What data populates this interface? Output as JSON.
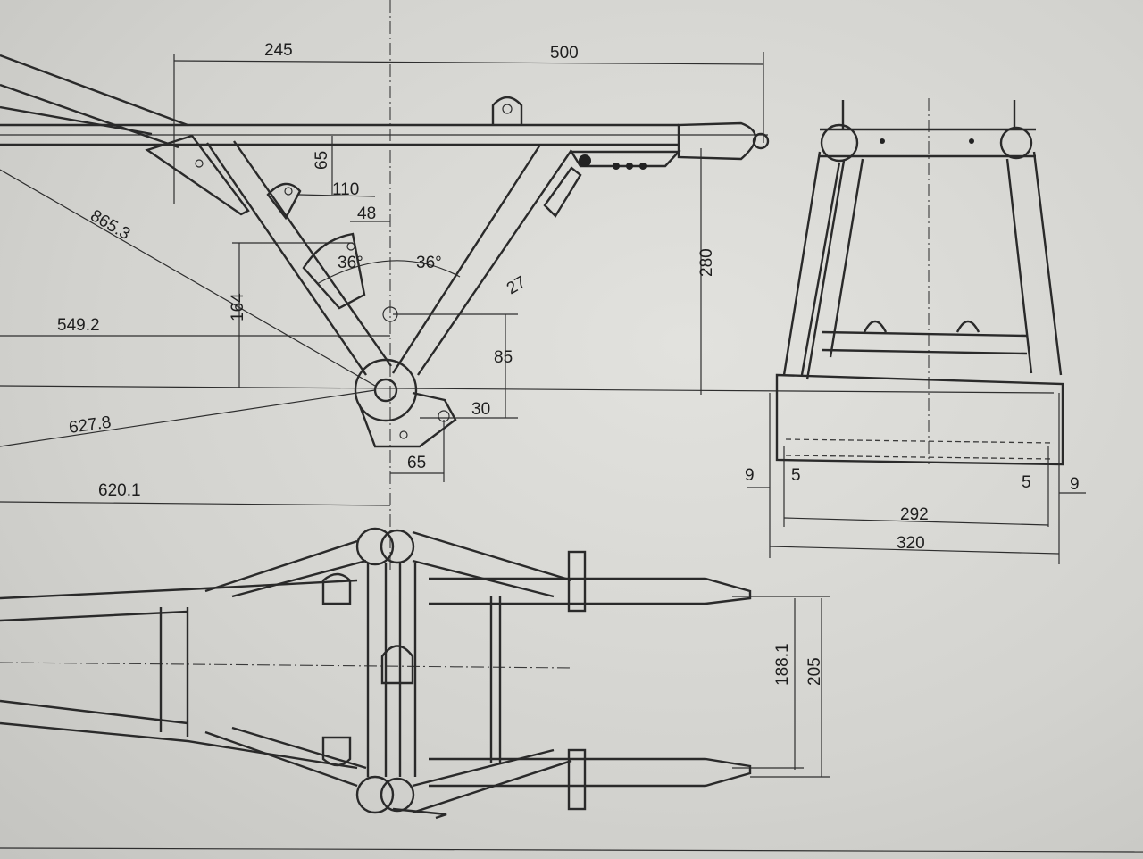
{
  "dimensions": {
    "side_top_left": "245",
    "side_top_right": "500",
    "bracket_height": "65",
    "bracket_offset": "110",
    "pivot_offset": "48",
    "diag_long": "865.3",
    "angle_left": "36°",
    "angle_right": "36°",
    "gusset_width": "27",
    "height_164": "164",
    "height_280": "280",
    "len_549": "549.2",
    "height_85": "85",
    "len_627": "627.8",
    "height_30": "30",
    "width_65": "65",
    "len_620": "620.1",
    "rear_left_9": "9",
    "rear_left_5": "5",
    "rear_right_5": "5",
    "rear_right_9": "9",
    "rear_inner": "292",
    "rear_outer": "320",
    "plan_inner": "188.1",
    "plan_outer": "205"
  },
  "colors": {
    "paper": "#d9d9d5",
    "ink": "#222222"
  }
}
